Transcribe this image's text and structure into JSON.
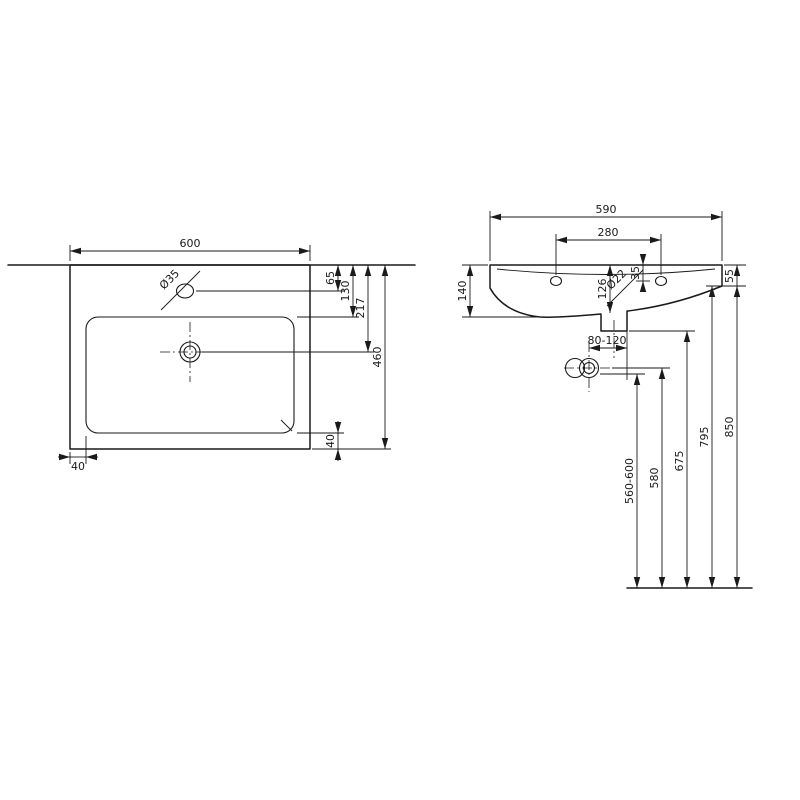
{
  "colors": {
    "background": "#ffffff",
    "line": "#1a1a1a"
  },
  "plan_view": {
    "overall_width": "600",
    "tap_hole_label": "Ø35",
    "tap_hole_offset": "65",
    "deck_depth": "130",
    "drain_offset": "217",
    "overall_depth": "460",
    "front_margin": "40",
    "side_margin": "40"
  },
  "front_view": {
    "overall_width": "590",
    "hole_spacing": "280",
    "hole_top_offset": "35",
    "hole_label": "Ø22",
    "inner_depth": "126",
    "body_height": "140",
    "apron_height": "55",
    "outlet_wall_range": "80-120",
    "rim_height": "850",
    "underside_height": "795",
    "outlet_height": "675",
    "trap_height": "580",
    "trap_height_range": "560-600"
  }
}
